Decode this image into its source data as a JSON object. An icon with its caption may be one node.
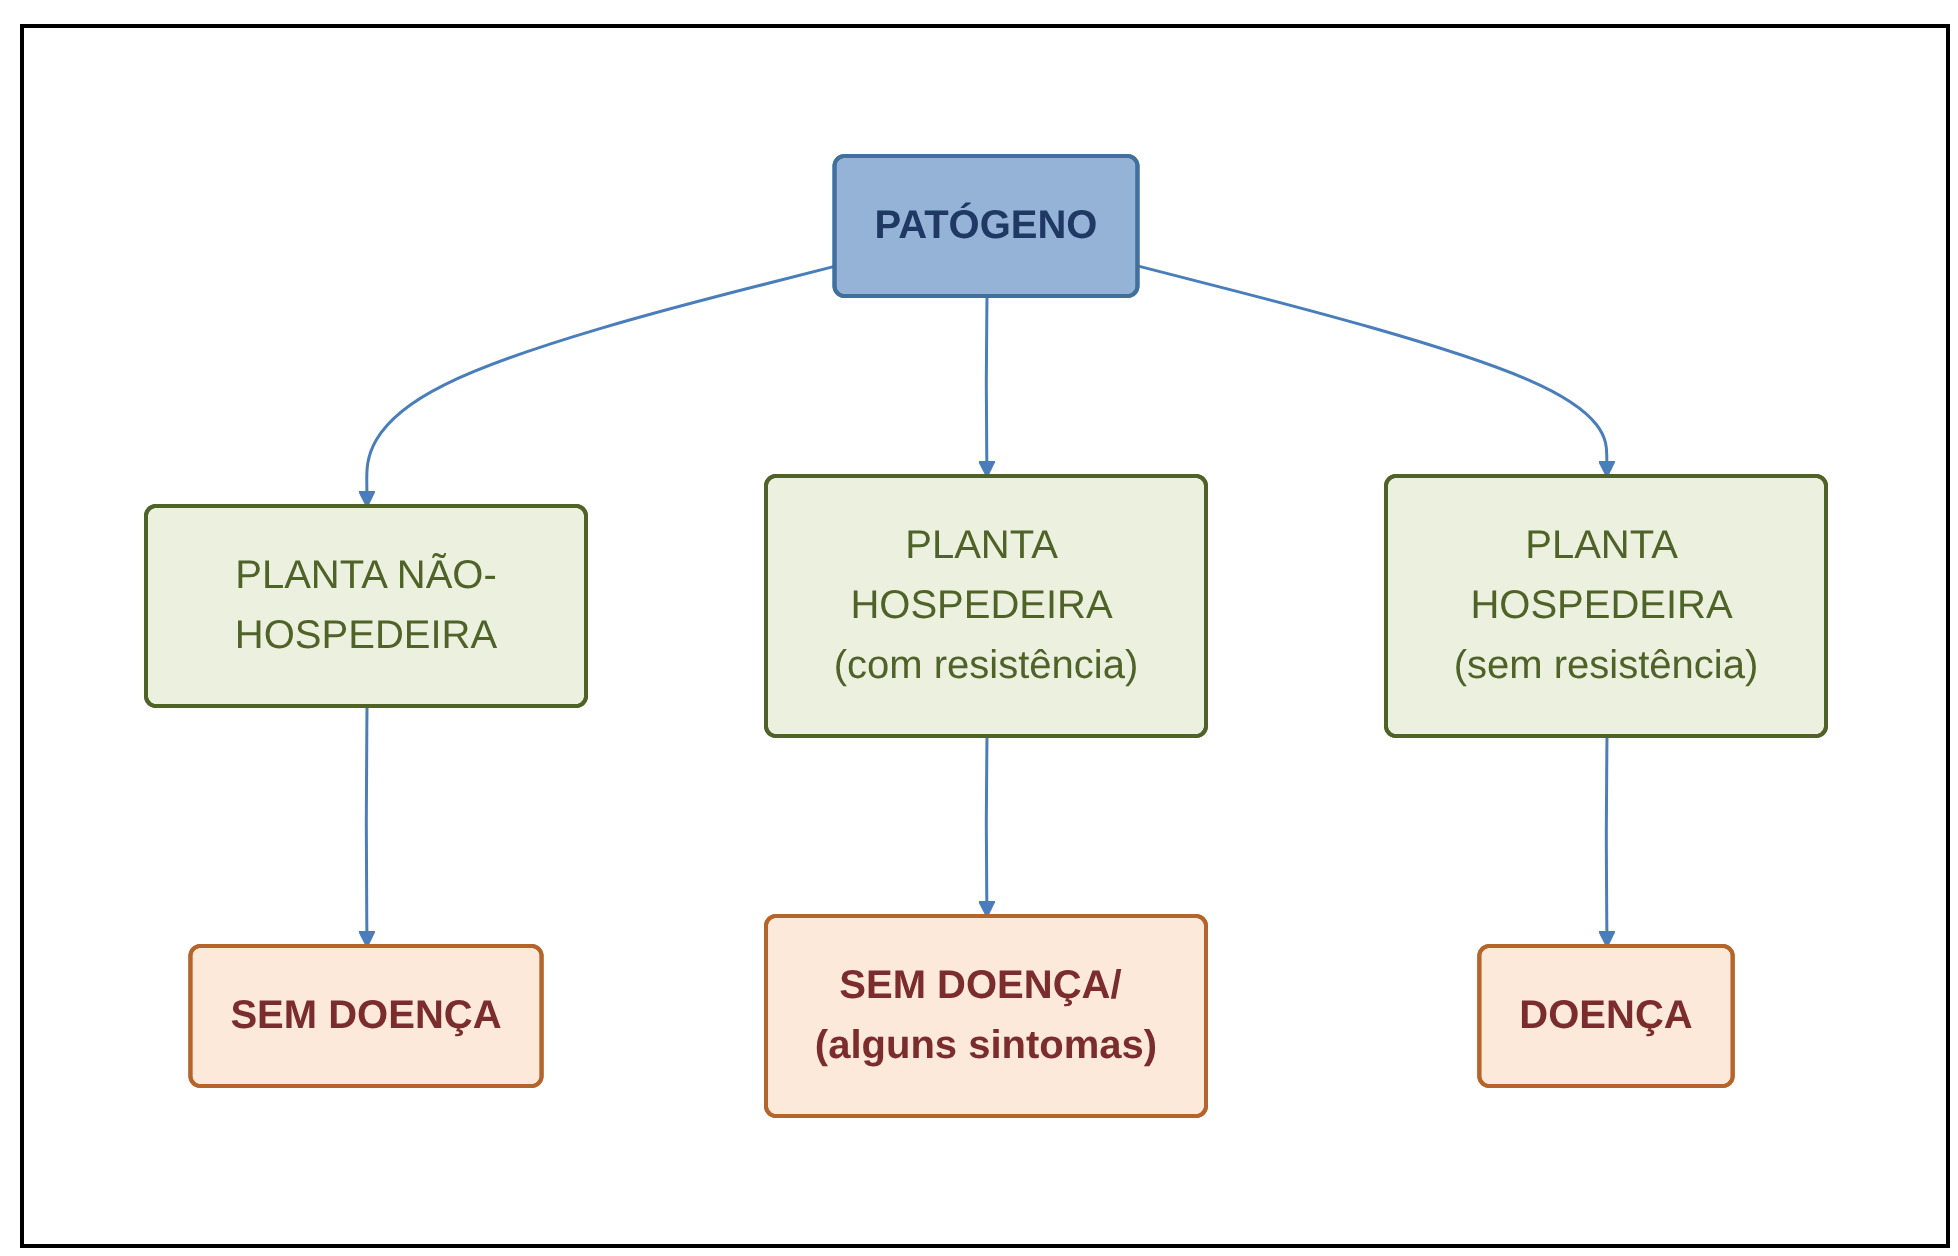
{
  "diagram": {
    "nodes": [
      {
        "text": [
          "PATÓGENO"
        ]
      },
      {
        "text": [
          "PLANTA NÃO-HOSPEDEIRA"
        ]
      },
      {
        "text": [
          "PLANTA HOSPEDEIRA (com resistência)"
        ]
      },
      {
        "text": [
          "PLANTA HOSPEDEIRA (sem resistência)"
        ]
      },
      {
        "text": [
          "SEM DOENÇA"
        ]
      },
      {
        "text": [
          "SEM DOENÇA/ (alguns sintomas)"
        ]
      },
      {
        "text": [
          "DOENÇA"
        ]
      }
    ],
    "edges": [
      {
        "from": 0,
        "to": 1,
        "arrow": "to"
      },
      {
        "from": 0,
        "to": 2,
        "arrow": "to"
      },
      {
        "from": 0,
        "to": 3,
        "arrow": "to"
      },
      {
        "from": 1,
        "to": 4,
        "arrow": "to"
      },
      {
        "from": 2,
        "to": 5,
        "arrow": "to"
      },
      {
        "from": 3,
        "to": 6,
        "arrow": "to"
      }
    ]
  }
}
